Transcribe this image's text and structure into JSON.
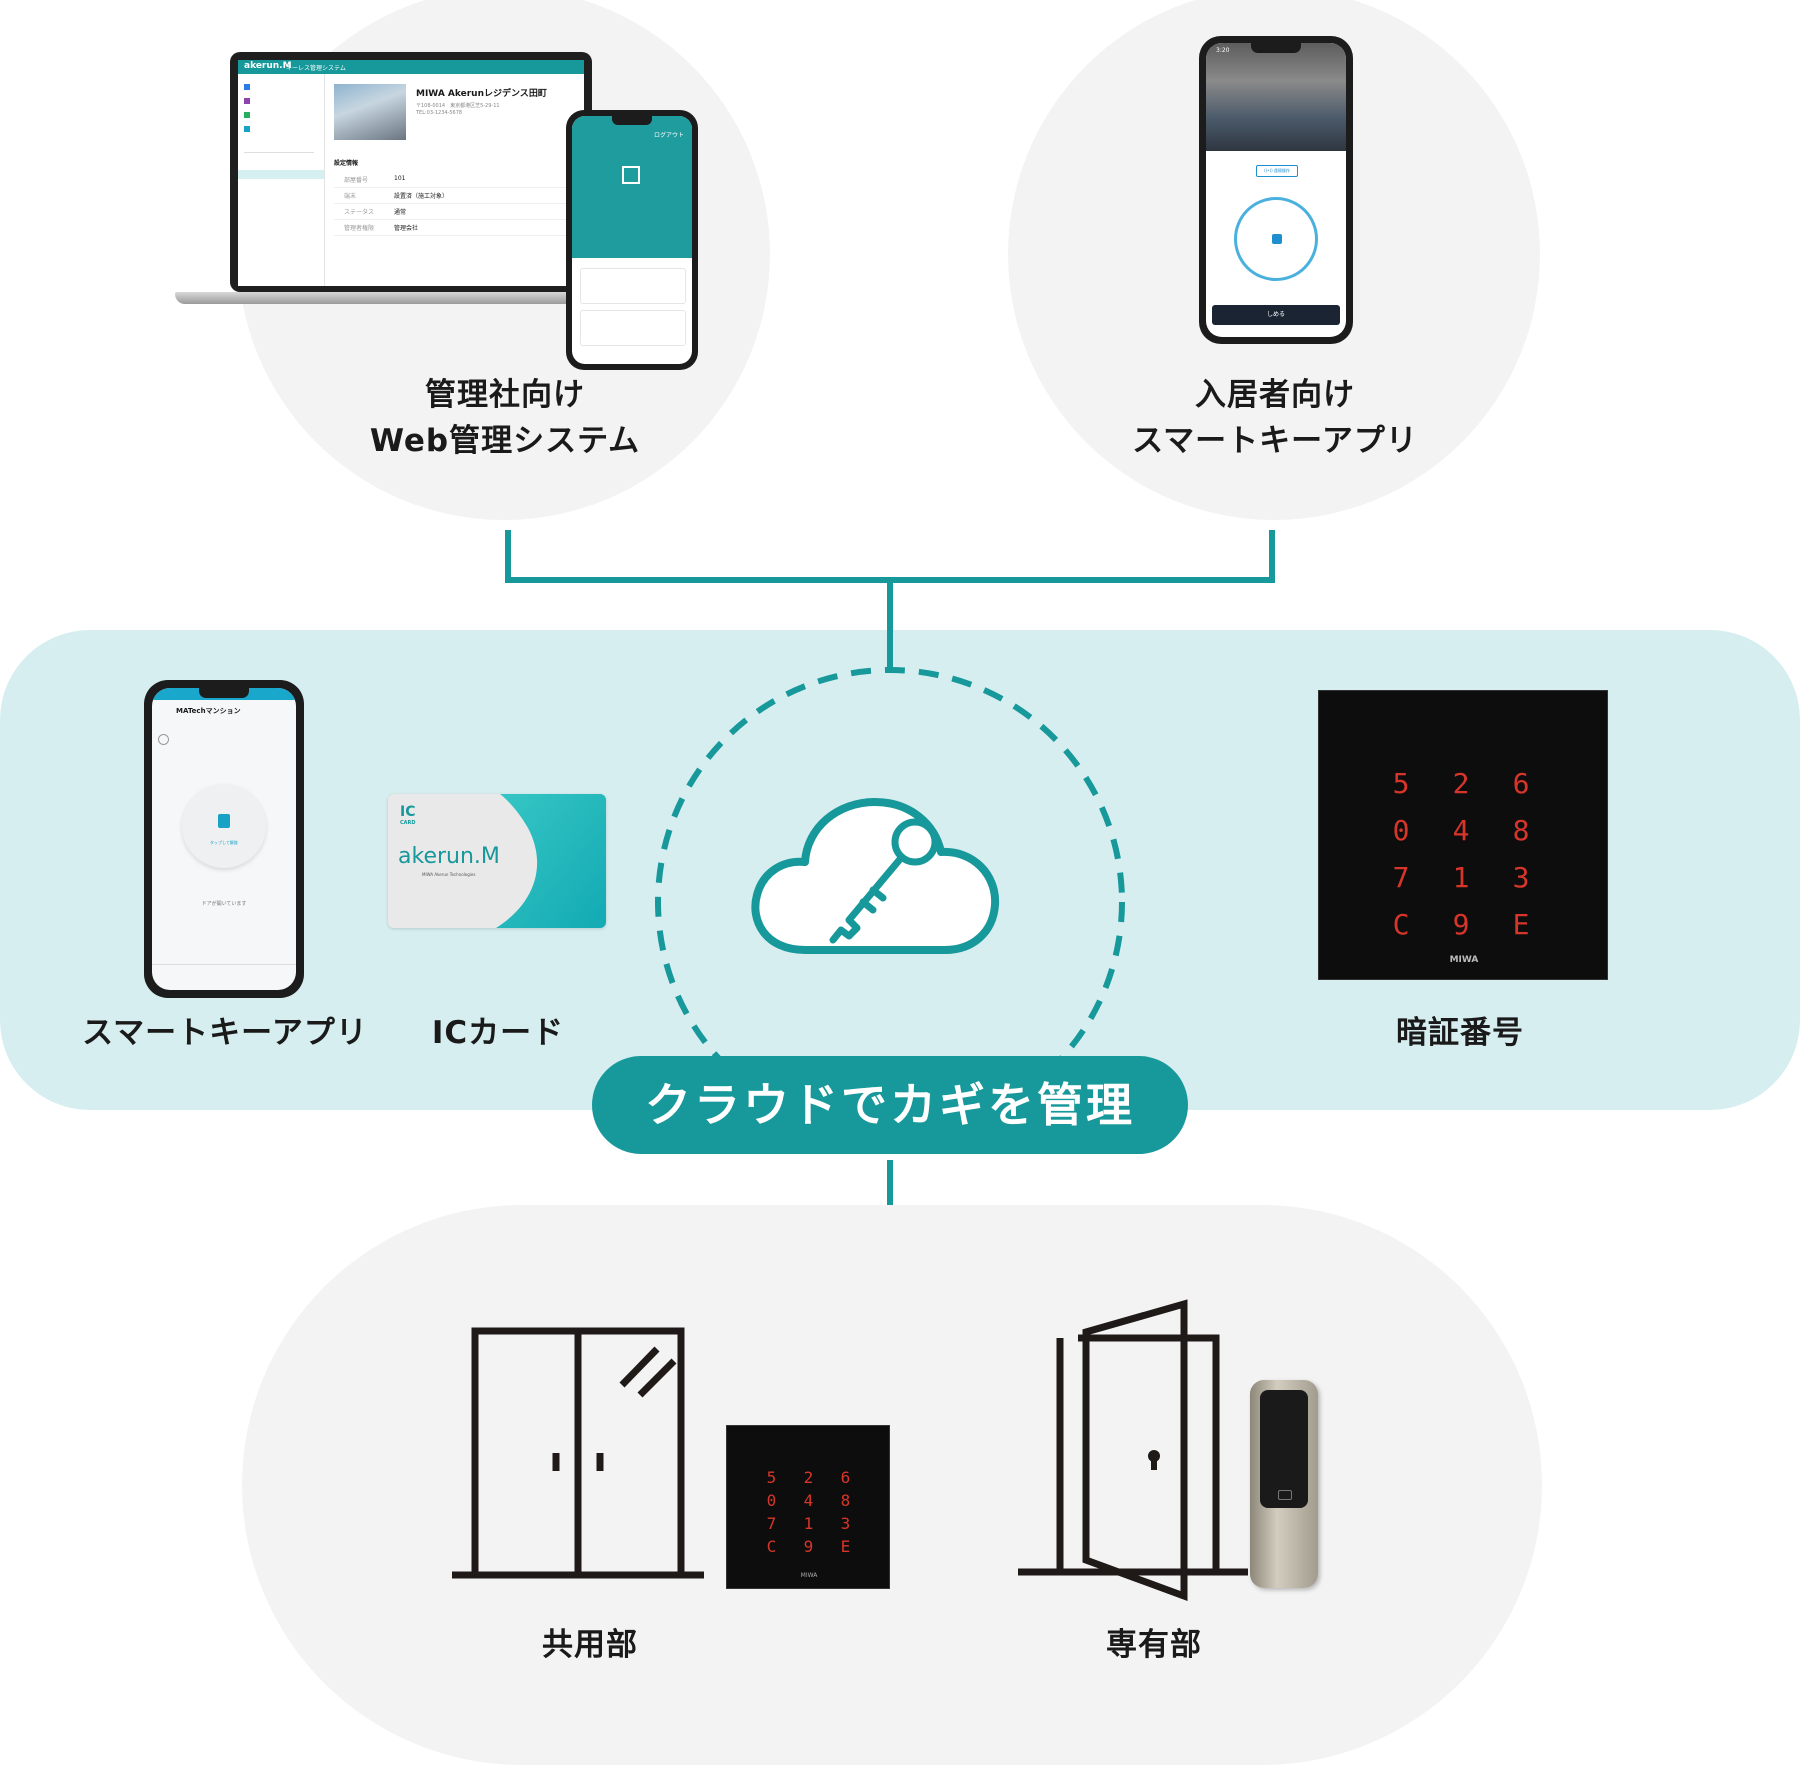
{
  "labels": {
    "admin_line1": "管理社向け",
    "admin_line2": "Web管理システム",
    "resident_line1": "入居者向け",
    "resident_line2": "スマートキーアプリ",
    "smartkey_app": "スマートキーアプリ",
    "ic_card": "ICカード",
    "pin_code": "暗証番号",
    "cloud_banner": "クラウドでカギを管理",
    "common_area": "共用部",
    "private_area": "専有部"
  },
  "web_app": {
    "brand": "akerun.M",
    "system_name": "キーレス管理システム",
    "property_name": "MIWA Akerunレジデンス田町",
    "address": "〒108-0014　東京都港区芝5-29-11",
    "tel": "TEL:03-1234-5678",
    "section": "設定情報",
    "rows": [
      {
        "label": "部屋番号",
        "value": "101"
      },
      {
        "label": "端末",
        "value": "設置済（施工対象）"
      },
      {
        "label": "ステータス",
        "value": "通常"
      },
      {
        "label": "管理者権限",
        "value": "管理会社"
      }
    ],
    "mobile_logout": "ログアウト"
  },
  "resident_app": {
    "time": "3:20",
    "button": "しめる",
    "badge": "((•)) 遠隔操作"
  },
  "smartkey_phone": {
    "title": "MATechマンション",
    "unlock_hint": "タップして解錠",
    "status": "ドアが開いています"
  },
  "ic_card_face": {
    "ic_text": "IC",
    "card_text": "CARD",
    "brand": "akerun.M",
    "maker": "MIWA Akerun Technologies"
  },
  "keypad": {
    "digits": [
      "5",
      "2",
      "6",
      "0",
      "4",
      "8",
      "7",
      "1",
      "3",
      "C",
      "9",
      "E"
    ],
    "brand": "MIWA"
  },
  "colors": {
    "teal": "#17989a",
    "band": "#d6eef0",
    "circle": "#f3f3f3",
    "led": "#d8352a"
  }
}
